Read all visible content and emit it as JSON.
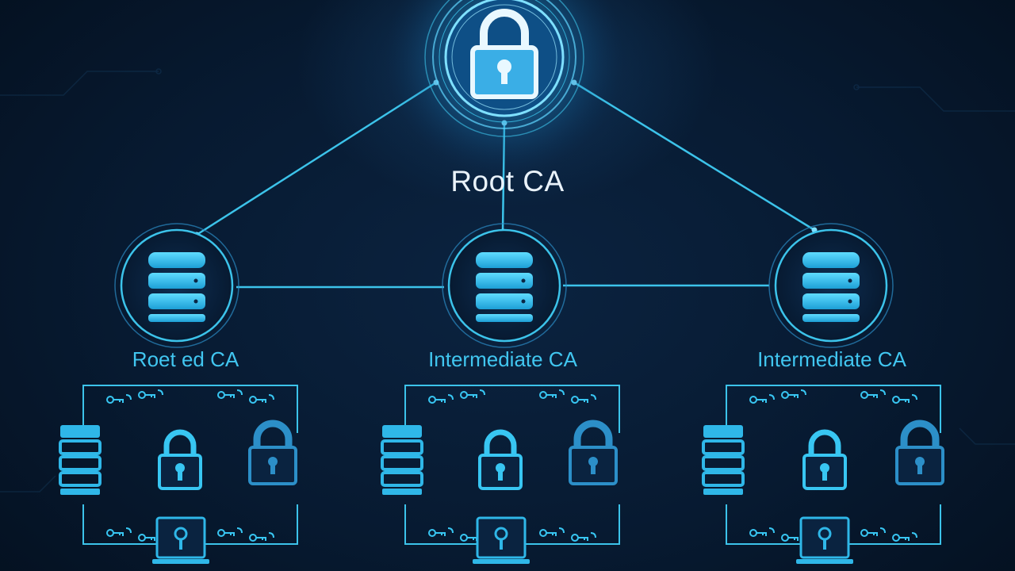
{
  "root": {
    "label": "Root CA",
    "icon": "padlock-icon"
  },
  "intermediates": [
    {
      "label": "Roet ed CA",
      "icon": "database-icon"
    },
    {
      "label": "Intermediate CA",
      "icon": "database-icon"
    },
    {
      "label": "Intermediate CA",
      "icon": "database-icon"
    }
  ],
  "leaf_icons": [
    "server-icon",
    "padlock-icon",
    "padlock-icon",
    "laptop-icon"
  ],
  "colors": {
    "background": "#061327",
    "accent": "#38c6f2",
    "line": "#3cc3ea",
    "root_label": "#eaf3fb",
    "ca_label": "#41c6f0"
  }
}
